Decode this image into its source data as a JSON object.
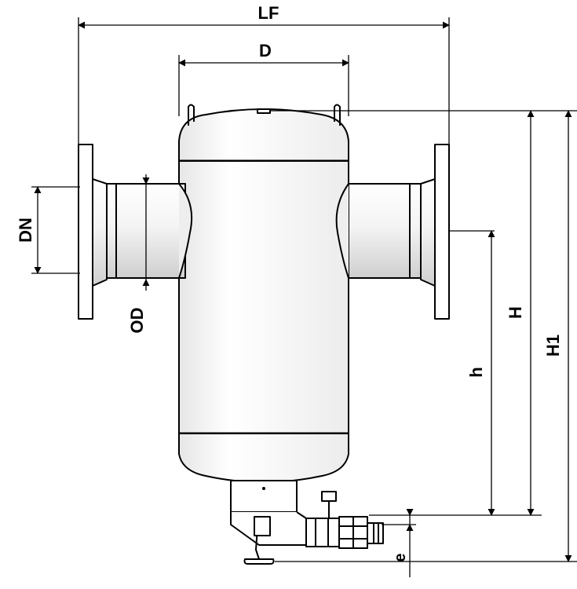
{
  "labels": {
    "lf": "LF",
    "d": "D",
    "dn": "DN",
    "od": "OD",
    "h": "h",
    "h_upper": "H",
    "h1": "H1",
    "e": "e"
  },
  "colors": {
    "line": "#000000",
    "background": "#ffffff",
    "metal_light": "#ffffff",
    "metal_shade": "#d8d8d8"
  }
}
